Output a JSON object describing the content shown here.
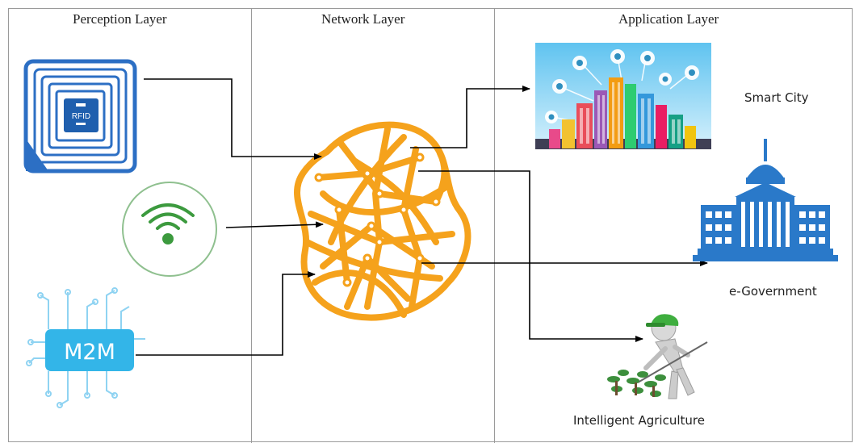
{
  "layers": {
    "perception": "Perception Layer",
    "network": "Network Layer",
    "application": "Application Layer"
  },
  "devices": {
    "rfid": "RFID",
    "m2m": "M2M",
    "wifi_icon": "wifi-icon"
  },
  "applications": {
    "smart_city": "Smart City",
    "e_government": "e-Government",
    "agriculture": "Intelligent Agriculture"
  },
  "colors": {
    "network_orange": "#f5a21c",
    "rfid_blue": "#2c6fc4",
    "m2m_blue": "#33b5e8",
    "government_blue": "#2a79c9",
    "wifi_green": "#3c9a3e",
    "agri_green": "#3fae3f"
  }
}
